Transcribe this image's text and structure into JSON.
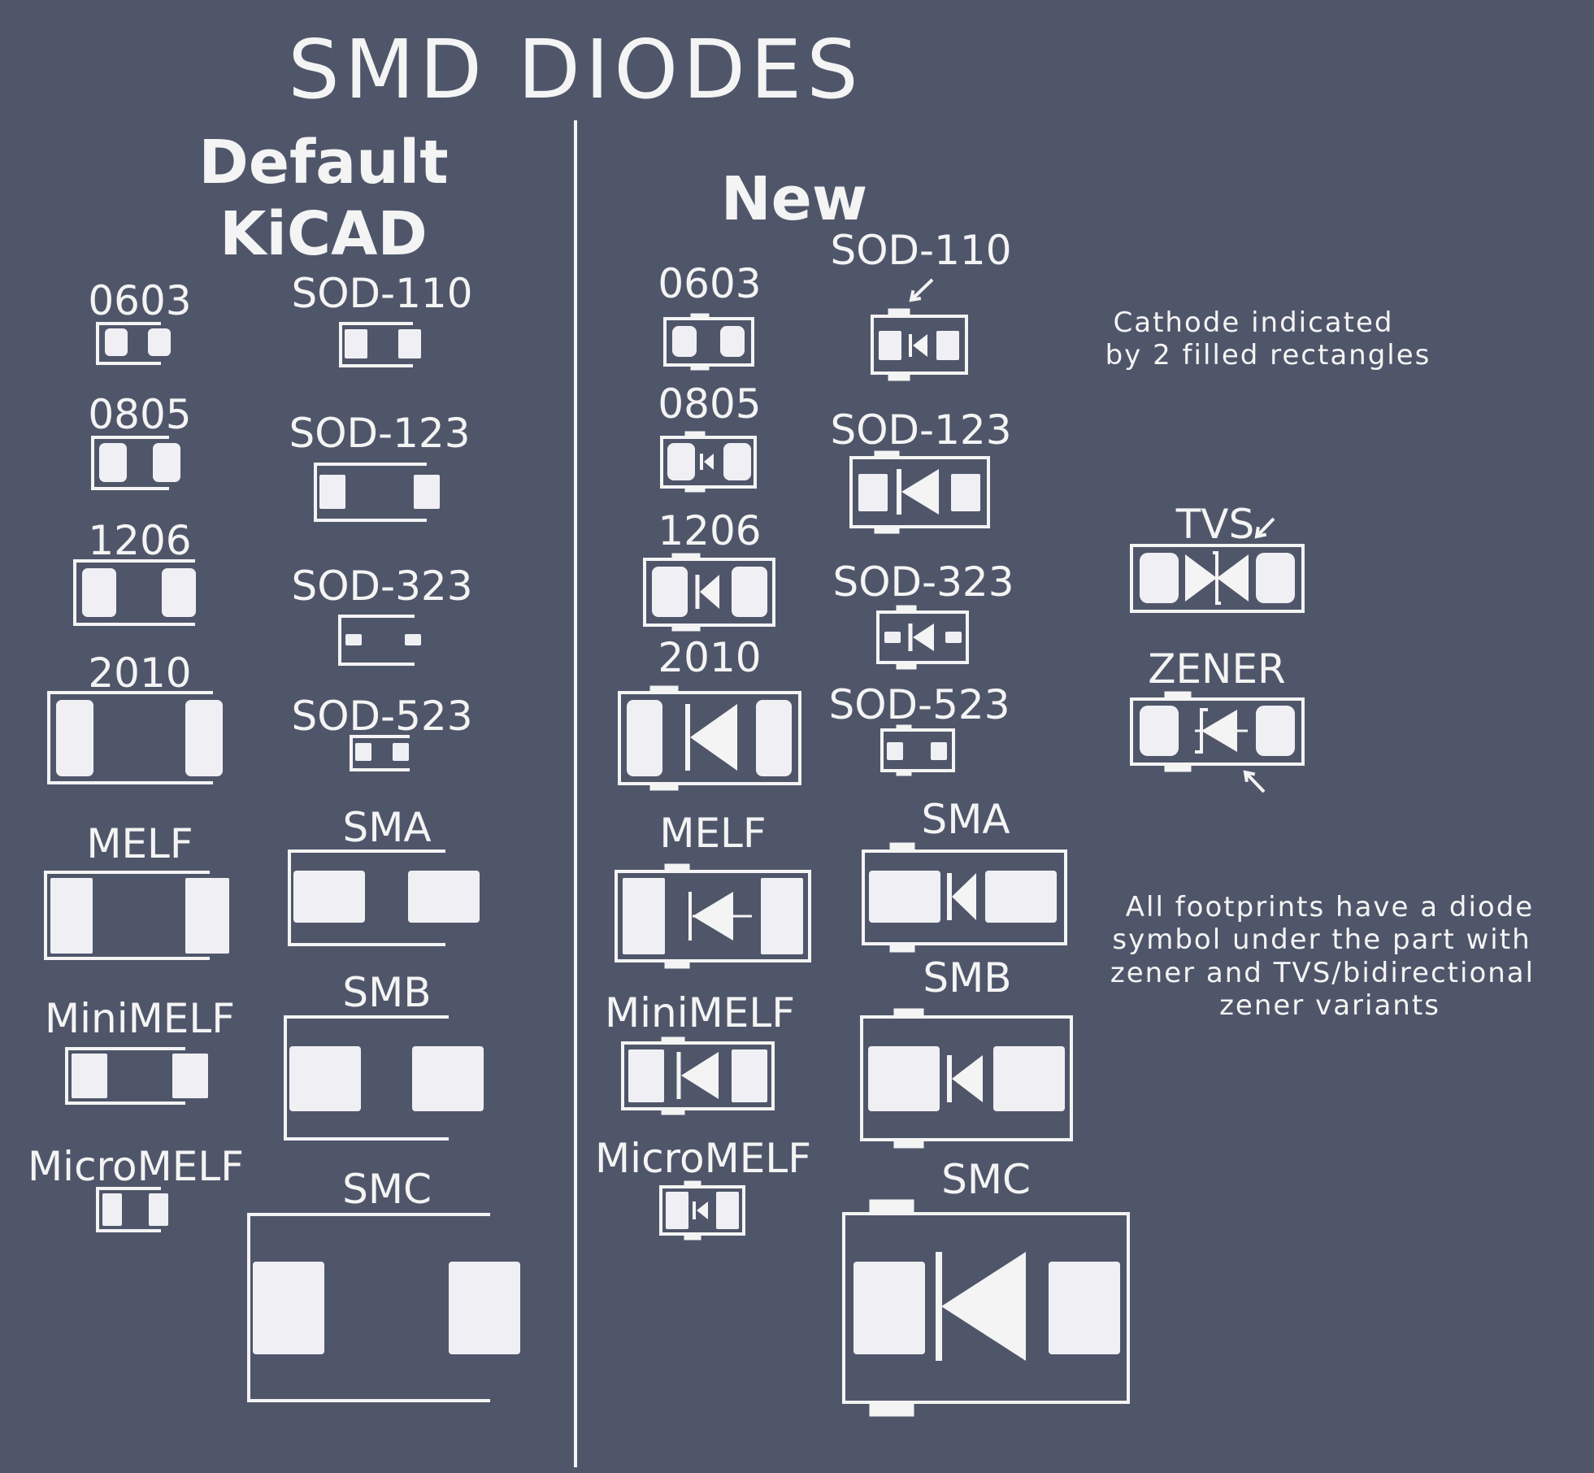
{
  "title": "SMD DIODES",
  "columns": {
    "default": {
      "heading_line1": "Default",
      "heading_line2": "KiCAD"
    },
    "new": {
      "heading": "New"
    }
  },
  "labels": {
    "c0603": "0603",
    "c0805": "0805",
    "c1206": "1206",
    "c2010": "2010",
    "melf": "MELF",
    "minimelf": "MiniMELF",
    "micromelf": "MicroMELF",
    "sod110": "SOD-110",
    "sod123": "SOD-123",
    "sod323": "SOD-323",
    "sod523": "SOD-523",
    "sma": "SMA",
    "smb": "SMB",
    "smc": "SMC",
    "tvs": "TVS",
    "zener": "ZENER"
  },
  "notes": {
    "cathode_line1": "Cathode indicated",
    "cathode_line2": "by 2 filled rectangles",
    "footprints_line1": "All footprints have a diode",
    "footprints_line2": "symbol under the part with",
    "footprints_line3": "zener and TVS/bidirectional",
    "footprints_line4": "zener variants"
  },
  "colors": {
    "background": "#50566a",
    "silkscreen": "#f4f4f4",
    "pad": "#f0f0f4"
  }
}
